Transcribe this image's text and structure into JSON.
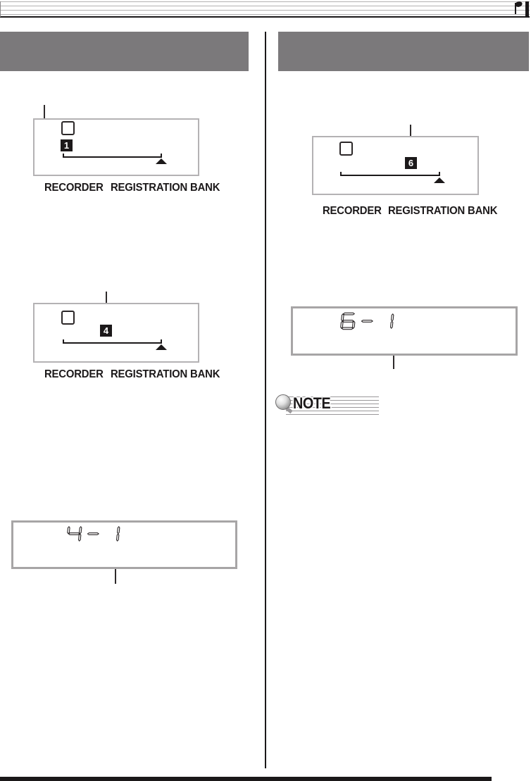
{
  "colors": {
    "heading_bar": "#7b797b",
    "ink": "#1c191a",
    "staff_line": "#b2b0b1",
    "panel_border": "#b4b2b4",
    "lcd_border": "#a7a5a6"
  },
  "header": {
    "note_icon": "quarter-note"
  },
  "left_column": {
    "diagram_1": {
      "indicator": "1",
      "recorder_label": "RECORDER",
      "bank_label": "REGISTRATION BANK"
    },
    "diagram_2": {
      "indicator": "4",
      "recorder_label": "RECORDER",
      "bank_label": "REGISTRATION BANK"
    },
    "lcd": {
      "value": "4-1"
    }
  },
  "right_column": {
    "diagram_1": {
      "indicator": "6",
      "recorder_label": "RECORDER",
      "bank_label": "REGISTRATION BANK"
    },
    "lcd": {
      "value": "6-1"
    },
    "note_badge": {
      "label": "NOTE"
    }
  }
}
